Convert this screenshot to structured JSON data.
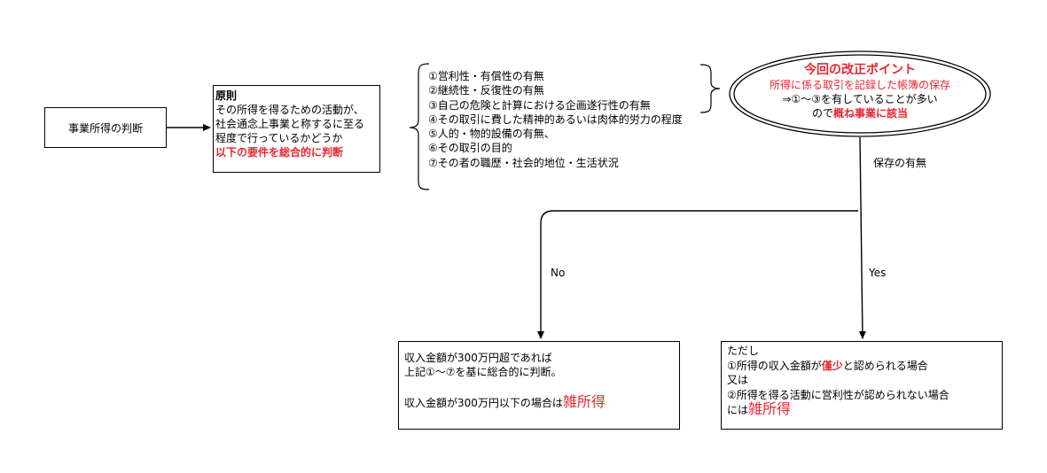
{
  "start": {
    "label": "事業所得の判断"
  },
  "principle": {
    "title": "原則",
    "lines": [
      "その所得を得るための活動が、",
      "社会通念上事業と称するに至る",
      "程度で行っているかどうか"
    ],
    "emphasis": "以下の要件を総合的に判断"
  },
  "criteria": [
    "①営利性・有償性の有無",
    "②継続性・反復性の有無",
    "③自己の危険と計算における企画遂行性の有無",
    "④その取引に費した精神的あるいは肉体的労力の程度",
    "⑤人的・物的設備の有無、",
    "⑥その取引の目的",
    "⑦その者の職歴・社会的地位・生活状況"
  ],
  "revision": {
    "title": "今回の改正ポイント",
    "subtitle": "所得に係る取引を記録した帳簿の保存",
    "line1": "⇒①～③を有していることが多い",
    "line2_prefix": "ので",
    "line2_emphasis": "概ね事業に該当"
  },
  "branch": {
    "label": "保存の有無",
    "no": "No",
    "yes": "Yes"
  },
  "outcome_no": {
    "line1": "収入金額が300万円超であれば",
    "line2": "上記①～⑦を基に総合的に判断。",
    "line3_prefix": "収入金額が300万円以下の場合は",
    "line3_emphasis": "雑所得"
  },
  "outcome_yes": {
    "line1": "ただし",
    "line2_prefix": "①所得の収入金額が",
    "line2_emphasis": "僅少",
    "line2_suffix": "と認められる場合",
    "line3": "又は",
    "line4": "②所得を得る活動に営利性が認められない場合",
    "line5_prefix": "には",
    "line5_emphasis": "雑所得"
  },
  "colors": {
    "accent": "#e8272e",
    "line": "#000000"
  }
}
